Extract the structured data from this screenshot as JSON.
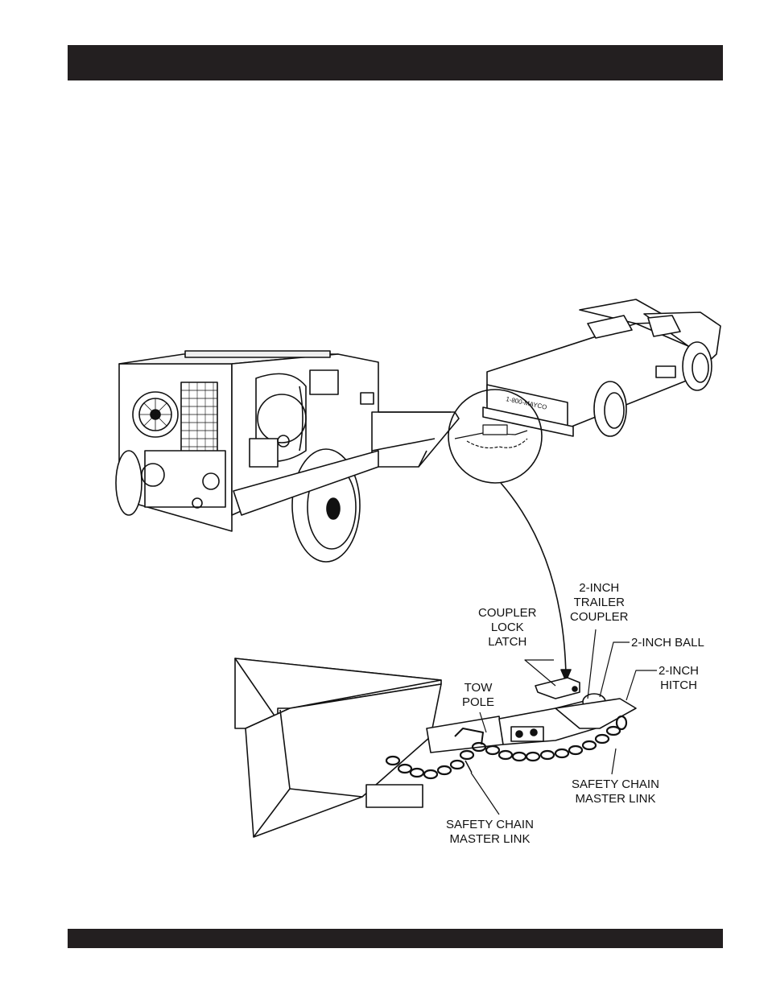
{
  "labels": {
    "trailer_coupler": "2-INCH\nTRAILER\nCOUPLER",
    "coupler_lock_latch": "COUPLER\nLOCK\nLATCH",
    "ball": "2-INCH BALL",
    "hitch": "2-INCH\nHITCH",
    "tow_pole": "TOW\nPOLE",
    "safety_chain_right": "SAFETY CHAIN\nMASTER LINK",
    "safety_chain_bottom": "SAFETY CHAIN\nMASTER LINK",
    "truck_tailgate": "1-800-MAYCO"
  },
  "colors": {
    "bar": "#231f20",
    "line": "#111111"
  }
}
